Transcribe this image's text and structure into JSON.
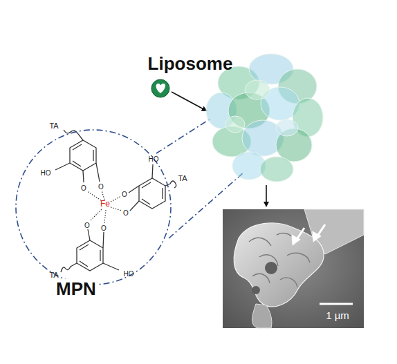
{
  "diagram": {
    "nodes": [
      {
        "text": [
          "MPN"
        ]
      },
      {
        "text": [
          "1 µm"
        ]
      }
    ],
    "labels": [
      "Liposome",
      "TA",
      "HO",
      "O",
      "O",
      "HO",
      "TA",
      "O",
      "Fe",
      "O",
      "O",
      "O",
      "TA",
      "HO"
    ]
  }
}
